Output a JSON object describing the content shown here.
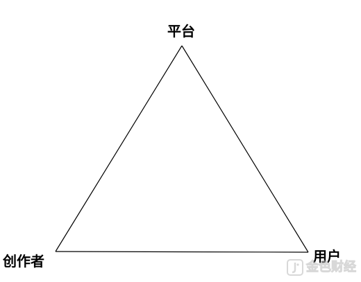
{
  "diagram": {
    "nodes": {
      "top": {
        "label": "平台"
      },
      "bottom_left": {
        "label": "创作者"
      },
      "bottom_right": {
        "label": "用户"
      }
    }
  },
  "watermark": {
    "text": "金色财经",
    "icon": "jinse-logo-icon",
    "color": "#b9b9b9"
  },
  "colors": {
    "background": "#ffffff",
    "stroke": "#000000"
  }
}
